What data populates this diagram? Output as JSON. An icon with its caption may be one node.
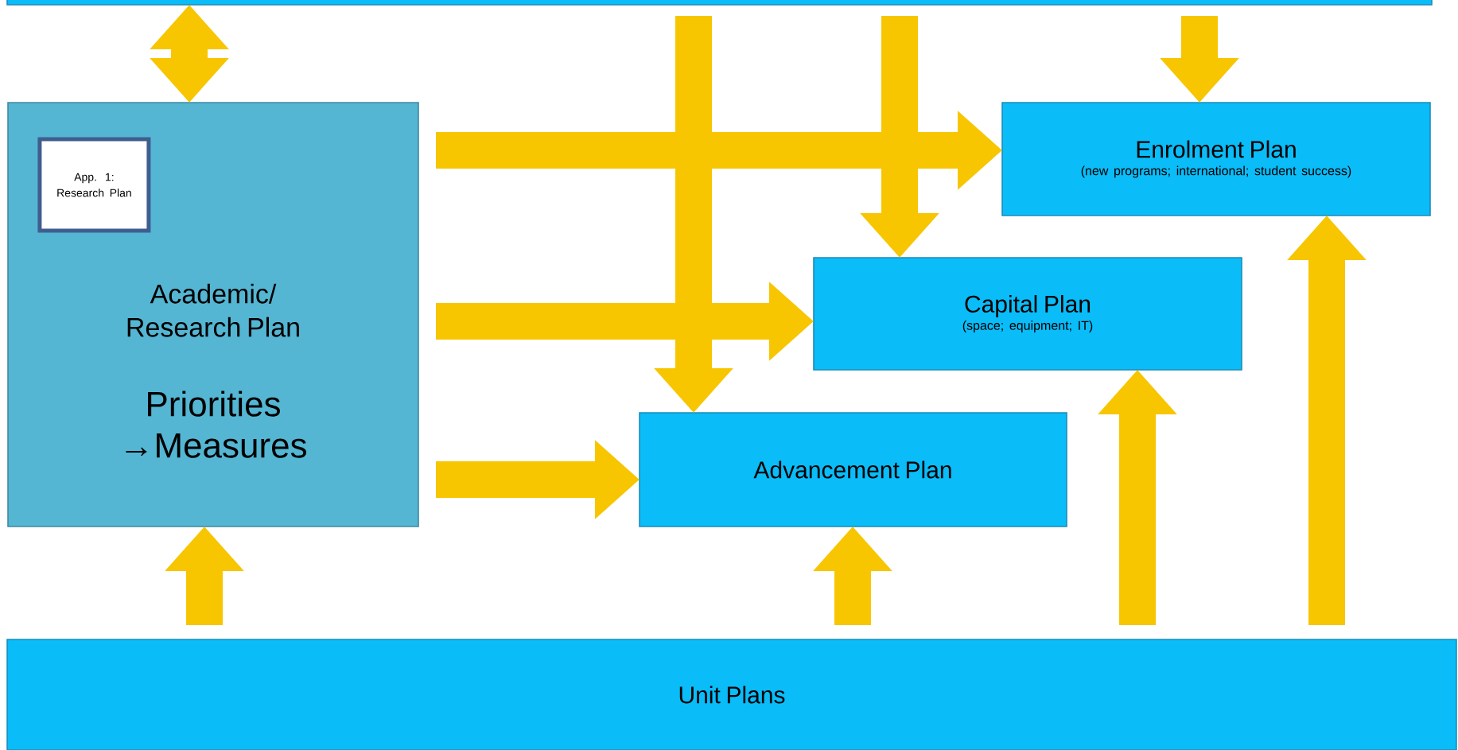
{
  "diagram": {
    "nodes": [
      {
        "text": [],
        "shape": "box"
      },
      {
        "text": [
          "Academic/ Research Plan",
          "Priorities →Measures"
        ]
      },
      {
        "text": [
          "App. 1: Research Plan"
        ],
        "in": 1
      },
      {
        "text": [
          "Enrolment Plan",
          "(new programs; international; student success)"
        ]
      },
      {
        "text": [
          "Capital Plan",
          "(space; equipment; IT)"
        ]
      },
      {
        "text": [
          "Advancement Plan"
        ]
      },
      {
        "text": [
          "Unit Plans"
        ]
      }
    ],
    "edges": [
      {
        "from": 1,
        "to": 3,
        "arrow": "to"
      },
      {
        "from": 1,
        "to": 4,
        "arrow": "to"
      },
      {
        "from": 1,
        "to": 5,
        "arrow": "to"
      },
      {
        "from": 0,
        "to": 1,
        "arrow": "both"
      },
      {
        "from": 0,
        "to": 5,
        "arrow": "to"
      },
      {
        "from": 0,
        "to": 4,
        "arrow": "to"
      },
      {
        "from": 0,
        "to": 3,
        "arrow": "to"
      },
      {
        "from": 6,
        "to": 1,
        "arrow": "to"
      },
      {
        "from": 6,
        "to": 5,
        "arrow": "to"
      },
      {
        "from": 6,
        "to": 4,
        "arrow": "to"
      },
      {
        "from": 6,
        "to": 3,
        "arrow": "to"
      }
    ]
  }
}
